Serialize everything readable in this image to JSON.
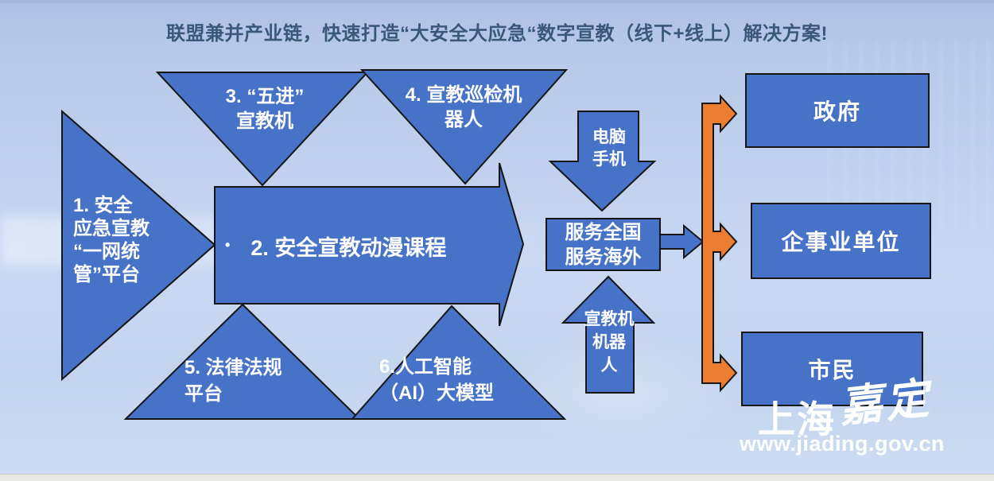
{
  "title": {
    "text": "联盟兼并产业链，快速打造“大安全大应急“数字宣教（线下+线上）解决方案!",
    "color": "#3a5877"
  },
  "colors": {
    "shape_fill": "#4673c8",
    "shape_stroke": "#161616",
    "accent_orange": "#ed7d31",
    "label_white": "#ffffff",
    "background": "#c2d3ee",
    "footer_strip": "#e9e9e6"
  },
  "nodes": {
    "platform": {
      "label": "1. 安全\n应急宣教\n“一网统\n管”平台"
    },
    "courses": {
      "bullet": "•",
      "label": "2. 安全宣教动漫课程"
    },
    "wujin": {
      "label": "3. “五进”\n宣教机"
    },
    "patrol_robot": {
      "label": "4. 宣教巡检机\n器人"
    },
    "legal": {
      "label": "5. 法律法规\n平台"
    },
    "ai_model": {
      "label": "6.人工智能\n（AI）大模型"
    },
    "devices": {
      "label": "电脑\n手机"
    },
    "service": {
      "label": "服务全国\n服务海外"
    },
    "robots": {
      "label": "宣教机\n机器\n人"
    },
    "audience_gov": {
      "label": "政府"
    },
    "audience_enterprise": {
      "label": "企事业单位"
    },
    "audience_citizen": {
      "label": "市民"
    }
  },
  "watermark": {
    "brand_part1": "上海",
    "brand_part2": "嘉定",
    "url": "www.jiading.gov.cn"
  }
}
